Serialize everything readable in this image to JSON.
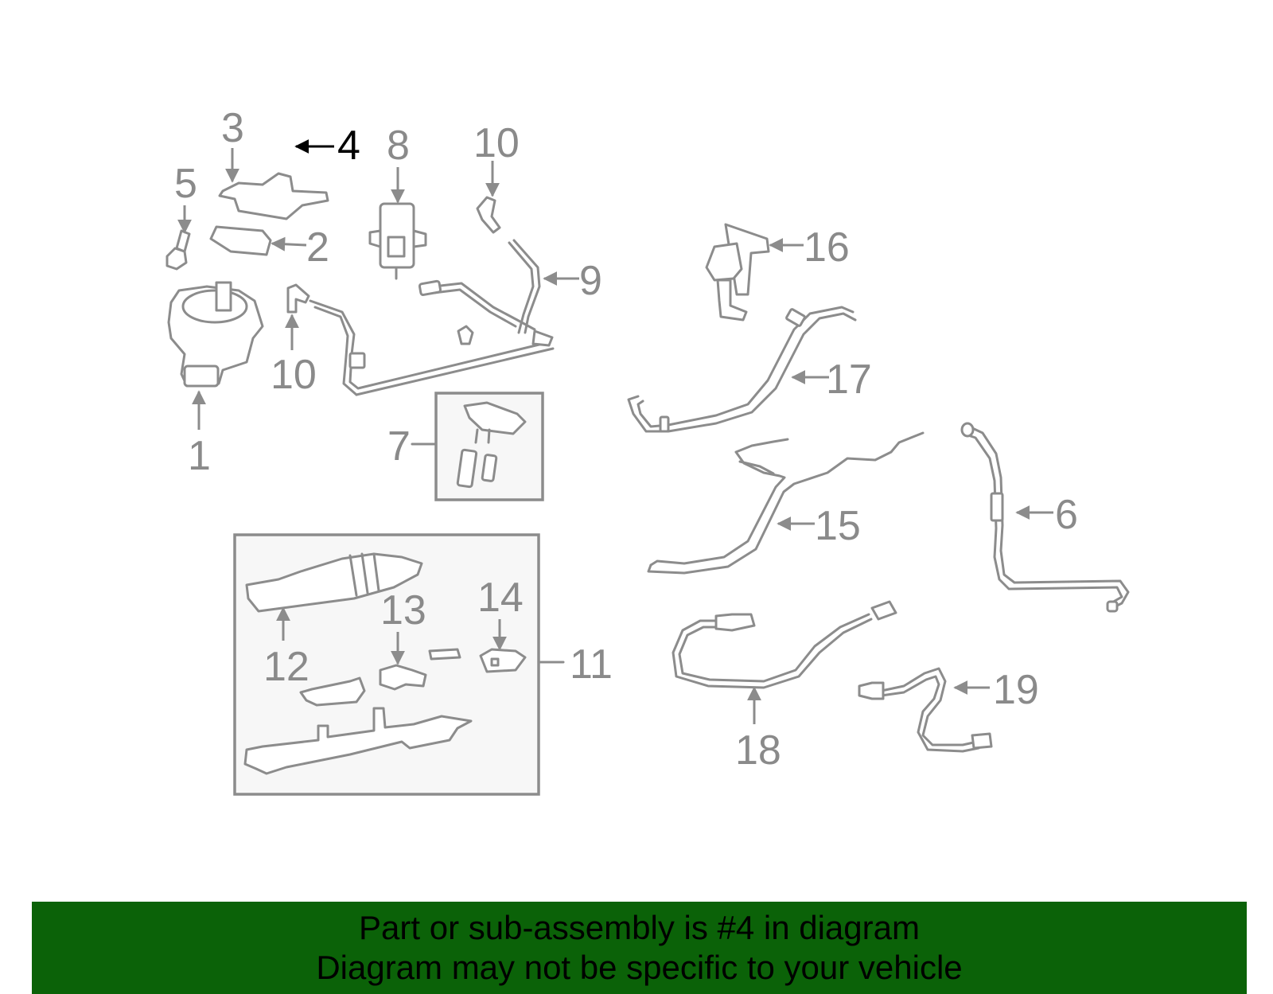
{
  "diagram": {
    "highlight_callout": "4",
    "callouts": {
      "c1": "1",
      "c2": "2",
      "c3": "3",
      "c4": "4",
      "c5": "5",
      "c6": "6",
      "c7": "7",
      "c8": "8",
      "c9": "9",
      "c10a": "10",
      "c10b": "10",
      "c11": "11",
      "c12": "12",
      "c13": "13",
      "c14": "14",
      "c15": "15",
      "c16": "16",
      "c17": "17",
      "c18": "18",
      "c19": "19"
    }
  },
  "banner": {
    "line1": "Part or sub-assembly is #4 in diagram",
    "line2": "Diagram may not be specific to your vehicle",
    "background": "#0b6208"
  },
  "colors": {
    "part_stroke": "#8c8c8c",
    "label": "#8a8a8a",
    "highlight": "#000000"
  }
}
